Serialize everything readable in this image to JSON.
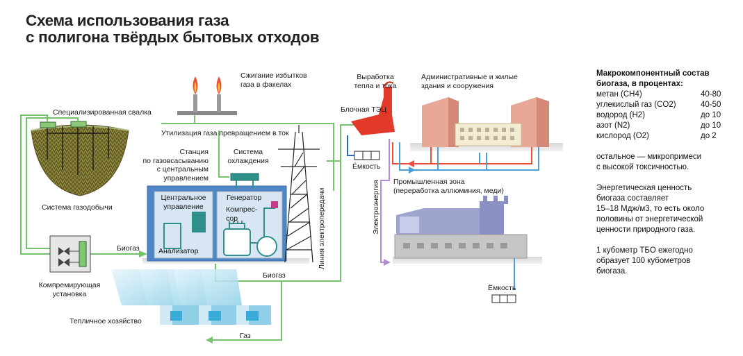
{
  "title": {
    "line1": "Схема использования газа",
    "line2": "с полигона твёрдых бытовых отходов"
  },
  "labels": {
    "landfill": "Специализированная свалка",
    "gas_extraction": "Система газодобычи",
    "compressor_unit": [
      "Компремирующая",
      "установка"
    ],
    "greenhouse": "Тепличное хозяйство",
    "gas": "Газ",
    "biogas_left": "Биогаз",
    "biogas_bottom": "Биогаз",
    "flare": [
      "Сжигание избытков",
      "газа в факелах"
    ],
    "utilization": "Утилизация газа превращением в ток",
    "station": [
      "Станция",
      "по газовсасыванию",
      "с центральным",
      "управлением"
    ],
    "cooling": [
      "Система",
      "охлаждения"
    ],
    "central_control": [
      "Центральное",
      "управление"
    ],
    "generator": "Генератор",
    "compressor": [
      "Компрес-",
      "сор"
    ],
    "analyzer": "Анализатор",
    "power_line": "Линия электропередачи",
    "heat_power": [
      "Выработка",
      "тепла и тока"
    ],
    "chp": "Блочная ТЭЦ",
    "tank_top": "Ёмкость",
    "admin": [
      "Административные и жилые",
      "здания и сооружения"
    ],
    "industrial": [
      "Промышленная зона",
      "(переработка аллюминия, меди)"
    ],
    "electricity": "Электроэнергия",
    "tank_bottom": "Ёмкость"
  },
  "composition": {
    "heading": [
      "Макрокомпонентный состав",
      "биогаза, в процентах:"
    ],
    "rows": [
      {
        "name": "метан (CH4)",
        "value": "40-80"
      },
      {
        "name": "углекислый газ (CO2)",
        "value": "40-50"
      },
      {
        "name": "водород (H2)",
        "value": "до 10"
      },
      {
        "name": "азот (N2)",
        "value": "до 10"
      },
      {
        "name": "кислород (O2)",
        "value": "до 2"
      }
    ],
    "note1": [
      "остальное — микропримеси",
      "с высокой токсичностью."
    ],
    "note2": [
      "Энергетическая ценность",
      "биогаза составляет",
      "15–18 Мдж/м3, то есть около",
      "половины от энергетической",
      "ценности природного газа."
    ],
    "note3": [
      "1 кубометр ТБО ежегодно",
      "образует 100 кубометров",
      "биогаза."
    ]
  },
  "colors": {
    "gas_line": "#74c26a",
    "hot_line": "#e8503a",
    "cold_line": "#4aa0d8",
    "electric_line": "#b48ad0",
    "station_blue": "#4f86c6",
    "machine_teal": "#2f8f8a",
    "soil": "#7a5a2a",
    "building_pink": "#e8a898",
    "chp_red": "#e23a2a"
  }
}
